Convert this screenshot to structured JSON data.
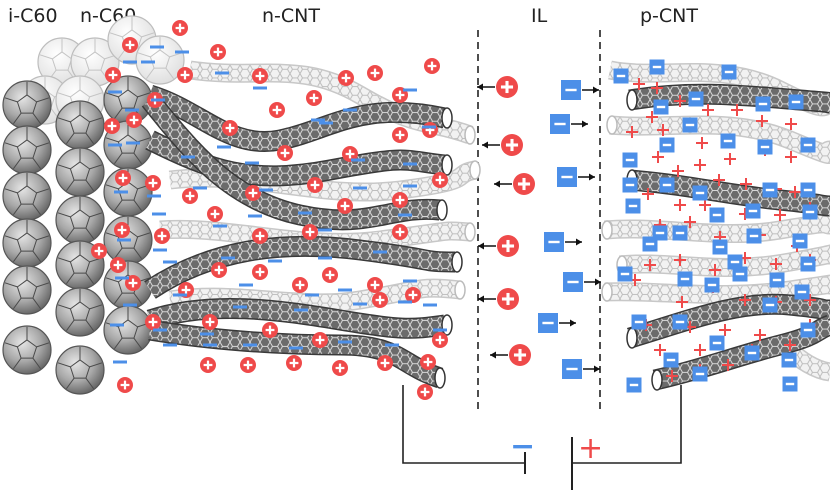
{
  "labels": {
    "i_c60": "i-C60",
    "n_c60": "n-C60",
    "n_cnt": "n-CNT",
    "il": "IL",
    "p_cnt": "p-CNT"
  },
  "colors": {
    "cation": "#ef4a4a",
    "anion": "#4c8fe8",
    "tube_dark": "#4a4a4a",
    "tube_light": "#cfcfcf",
    "wire": "#222222"
  },
  "symbols": {
    "plus": "+",
    "minus": "−"
  },
  "icons": [
    "c60-fullerene-icon",
    "carbon-nanotube-icon",
    "cation-icon",
    "anion-icon",
    "battery-icon"
  ]
}
